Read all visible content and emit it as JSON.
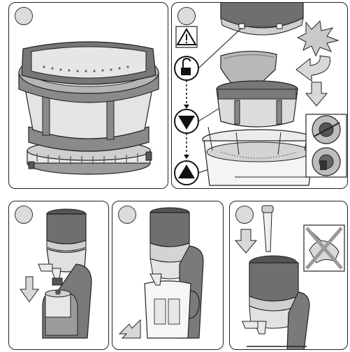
{
  "panels": [
    {
      "id": "panel-1",
      "step_marker": ""
    },
    {
      "id": "panel-2",
      "step_marker": ""
    },
    {
      "id": "panel-3",
      "step_marker": ""
    },
    {
      "id": "panel-4",
      "step_marker": ""
    },
    {
      "id": "panel-5",
      "step_marker": ""
    }
  ],
  "icons": {
    "warning": "warning-triangle-icon",
    "unlock": "unlocked-padlock-icon",
    "down": "down-triangle-icon",
    "up": "up-triangle-icon",
    "burst": "burst-icon",
    "rotate": "rotate-arrow-icon",
    "arrow_down": "down-arrow-icon",
    "no_hand": "no-hand-icon"
  },
  "colors": {
    "dark_gray": "#6f6f6f",
    "mid_gray": "#9c9c9c",
    "light_gray": "#cfcfcf",
    "very_light_gray": "#e8e8e8",
    "outline": "#222222"
  }
}
